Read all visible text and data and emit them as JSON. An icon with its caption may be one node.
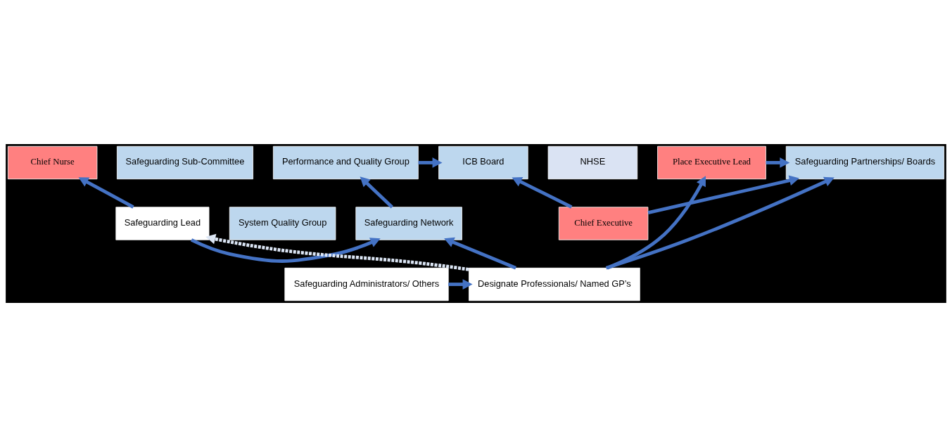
{
  "diagram": {
    "nodes": [
      {
        "text": [
          "NHSE"
        ]
      },
      {
        "text": [
          "ICB Board"
        ]
      },
      {
        "text": [
          "Chief Executive"
        ]
      },
      {
        "text": [
          "Safeguarding Partnerships/ Boards"
        ]
      },
      {
        "text": [
          "Place Executive Lead"
        ]
      },
      {
        "text": [
          "Chief Nurse"
        ]
      },
      {
        "text": [
          "Performance and Quality Group"
        ]
      },
      {
        "text": [
          "System Quality Group"
        ]
      },
      {
        "text": [
          "Safeguarding Sub-Committee"
        ]
      },
      {
        "text": [
          "Safeguarding Lead"
        ]
      },
      {
        "text": [
          "Safeguarding Network"
        ]
      },
      {
        "text": [
          "Safeguarding Administrators/ Others"
        ]
      },
      {
        "text": [
          "Designate Professionals/ Named GP’s"
        ]
      }
    ],
    "edges": [
      {
        "from": 6,
        "to": 1,
        "arrow": "to"
      },
      {
        "from": 2,
        "to": 1,
        "arrow": "to"
      },
      {
        "from": 2,
        "to": 3,
        "arrow": "to"
      },
      {
        "from": 4,
        "to": 3,
        "arrow": "to"
      },
      {
        "from": 12,
        "to": 3,
        "arrow": "to"
      },
      {
        "from": 12,
        "to": 4,
        "arrow": "to"
      },
      {
        "from": 12,
        "to": 9,
        "arrow": "to",
        "style": "dashed",
        "color": "#dce6f5"
      },
      {
        "from": 9,
        "to": 5,
        "arrow": "to"
      },
      {
        "from": 9,
        "to": 10,
        "arrow": "to"
      },
      {
        "from": 11,
        "to": 12,
        "arrow": "to"
      },
      {
        "from": 12,
        "to": 10,
        "arrow": "to"
      },
      {
        "from": 10,
        "to": 6,
        "arrow": "to"
      }
    ]
  }
}
